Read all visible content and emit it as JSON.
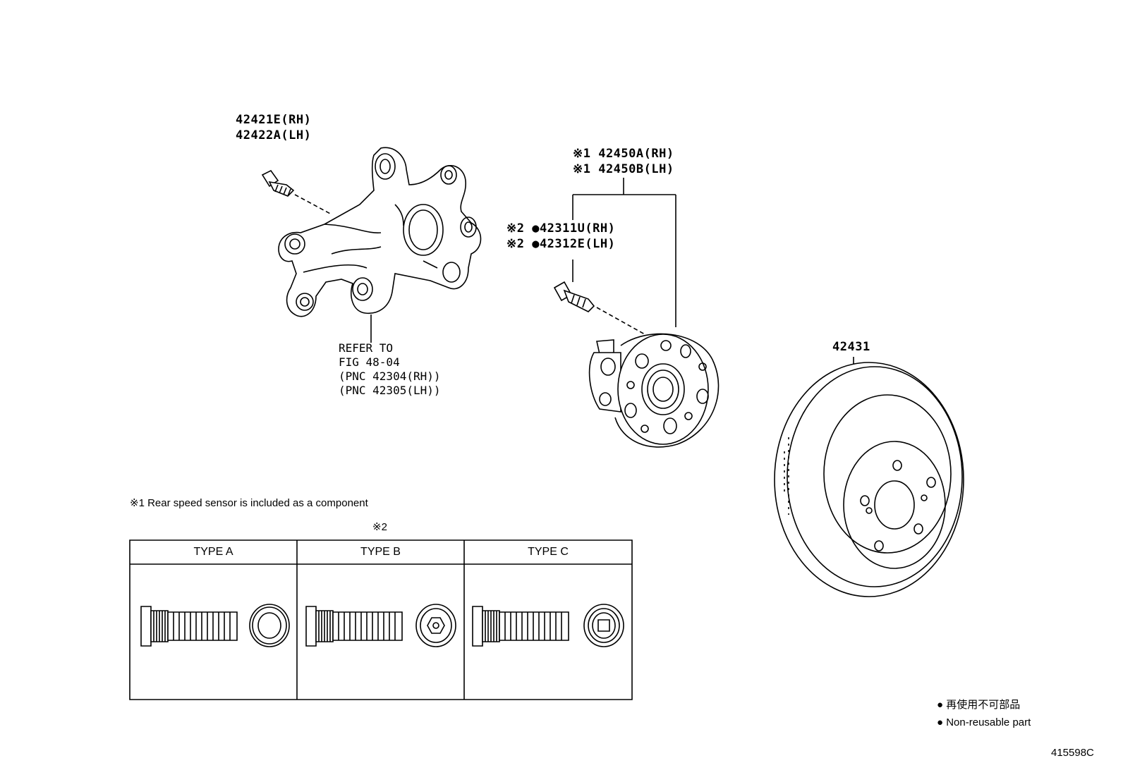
{
  "labels": {
    "knuckle_bolt_rh": "42421E(RH)",
    "knuckle_bolt_lh": "42422A(LH)",
    "hub_rh": "※1 42450A(RH)",
    "hub_lh": "※1 42450B(LH)",
    "stud_rh": "※2 ●42311U(RH)",
    "stud_lh": "※2 ●42312E(LH)",
    "refer_1": "REFER TO",
    "refer_2": "FIG 48-04",
    "refer_3": "(PNC 42304(RH))",
    "refer_4": "(PNC 42305(LH))",
    "disc": "42431"
  },
  "note1": "※1 Rear speed sensor is included as a component",
  "table": {
    "title": "※2",
    "columns": [
      "TYPE A",
      "TYPE B",
      "TYPE C"
    ]
  },
  "legend": {
    "line_jp": "● 再使用不可部品",
    "line_en": "● Non-reusable part"
  },
  "figure_id": "415598C"
}
